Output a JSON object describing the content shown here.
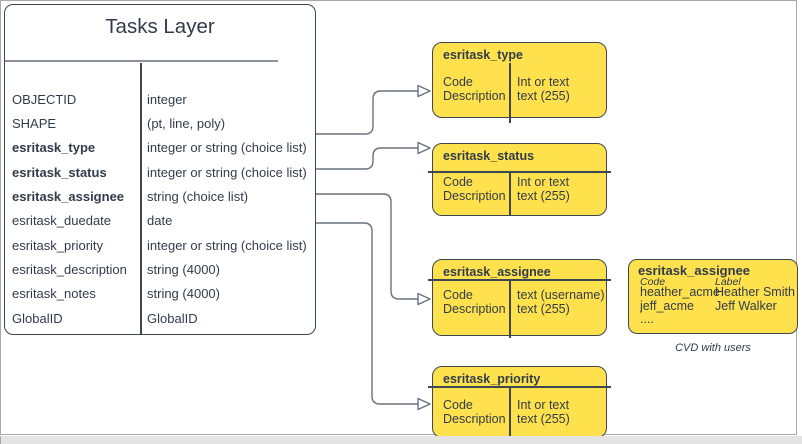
{
  "main_table": {
    "title": "Tasks Layer",
    "rows": [
      {
        "field": "OBJECTID",
        "type": "integer"
      },
      {
        "field": "SHAPE",
        "type": "(pt, line, poly)"
      },
      {
        "field": "esritask_type",
        "type": "integer or string (choice list)"
      },
      {
        "field": "esritask_status",
        "type": "integer or string (choice list)"
      },
      {
        "field": "esritask_assignee",
        "type": "string (choice list)"
      },
      {
        "field": "esritask_duedate",
        "type": "date"
      },
      {
        "field": "esritask_priority",
        "type": "integer or string (choice list)"
      },
      {
        "field": "esritask_description",
        "type": "string (4000)"
      },
      {
        "field": "esritask_notes",
        "type": "string (4000)"
      },
      {
        "field": "GlobalID",
        "type": "GlobalID"
      }
    ]
  },
  "domain_boxes": [
    {
      "title": "esritask_type",
      "fields": [
        "Code",
        "Description"
      ],
      "types": [
        "Int or text",
        "text (255)"
      ]
    },
    {
      "title": "esritask_status",
      "fields": [
        "Code",
        "Description"
      ],
      "types": [
        "Int or text",
        "text (255)"
      ]
    },
    {
      "title": "esritask_assignee",
      "fields": [
        "Code",
        "Description"
      ],
      "types": [
        "text (username)",
        "text (255)"
      ]
    },
    {
      "title": "esritask_priority",
      "fields": [
        "Code",
        "Description"
      ],
      "types": [
        "Int or text",
        "text (255)"
      ]
    }
  ],
  "cvd_box": {
    "title": "esritask_assignee",
    "col_headers": [
      "Code",
      "Label"
    ],
    "rows": [
      [
        "heather_acme",
        "Heather Smith"
      ],
      [
        "jeff_acme",
        "Jeff Walker"
      ]
    ],
    "ellipsis": "....",
    "caption": "CVD with users"
  },
  "colors": {
    "box_fill": "#ffe14d",
    "box_border": "#3d4754",
    "text": "#313c4b",
    "connector": "#69727c"
  }
}
